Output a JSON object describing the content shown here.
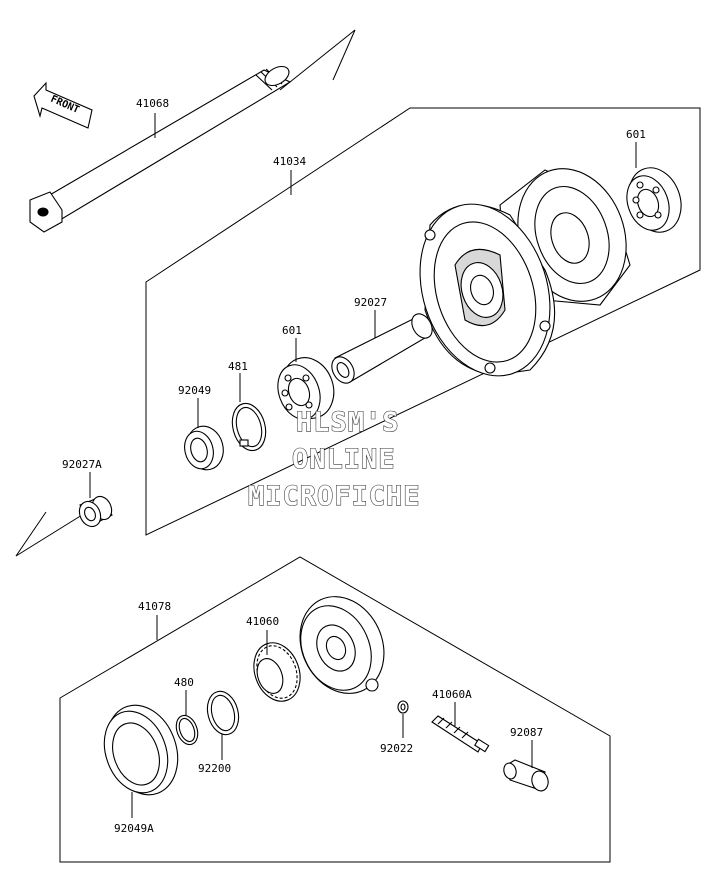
{
  "labels": {
    "p41068": "41068",
    "p41034": "41034",
    "p601_top": "601",
    "p92027": "92027",
    "p601_mid": "601",
    "p481": "481",
    "p92049": "92049",
    "p92027A": "92027A",
    "p41078": "41078",
    "p41060": "41060",
    "p480": "480",
    "p41060A": "41060A",
    "p92087": "92087",
    "p92022": "92022",
    "p92200": "92200",
    "p92049A": "92049A"
  },
  "front_arrow": {
    "text": "FRONT"
  },
  "watermark": {
    "line1": "HLSM'S",
    "line2": "ONLINE",
    "line3": "MICROFICHE"
  },
  "colors": {
    "line": "#000000",
    "part_fill": "#ffffff",
    "shade": "#d8d8d8",
    "watermark_outline": "#333333"
  }
}
